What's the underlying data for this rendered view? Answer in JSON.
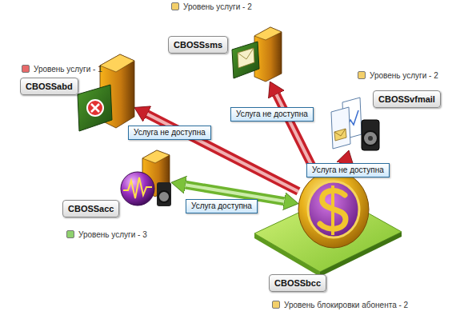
{
  "diagram": {
    "nodes": [
      {
        "text": [
          "CBOSSsms",
          "Уровень услуги - 2"
        ]
      },
      {
        "text": [
          "CBOSSabd",
          "Уровень услуги - 1"
        ]
      },
      {
        "text": [
          "CBOSSvfmail",
          "Уровень услуги - 2"
        ]
      },
      {
        "text": [
          "CBOSSacc",
          "Уровень услуги - 3"
        ]
      },
      {
        "text": [
          "CBOSSbcc",
          "Уровень блокировки абонента - 2"
        ]
      }
    ],
    "edges": [
      {
        "from": 4,
        "to": 1,
        "label": "Услуга не доступна",
        "arrow": "to"
      },
      {
        "from": 4,
        "to": 0,
        "label": "Услуга не доступна",
        "arrow": "to"
      },
      {
        "from": 4,
        "to": 2,
        "label": "Услуга не доступна",
        "arrow": "to"
      },
      {
        "from": 4,
        "to": 3,
        "label": "Услуга доступна",
        "arrow": "both"
      }
    ]
  }
}
